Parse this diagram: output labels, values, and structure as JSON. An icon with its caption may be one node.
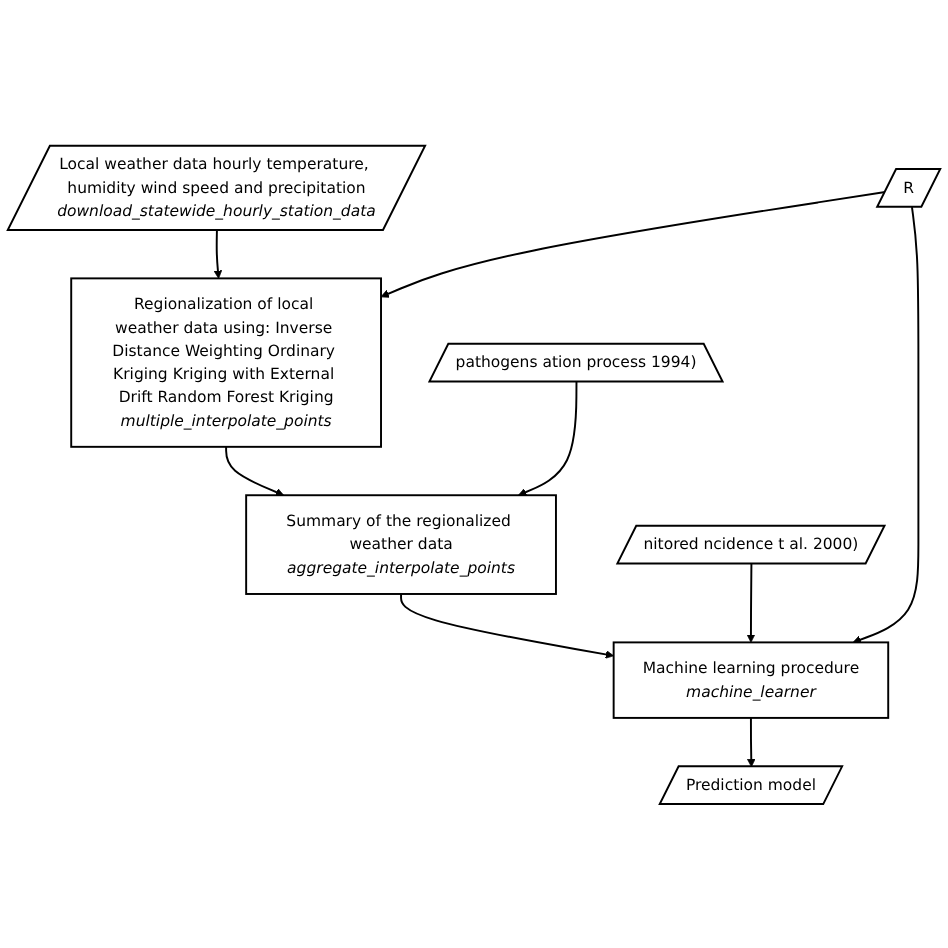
{
  "diagram": {
    "nodes": [
      {
        "text": [
          "Local weather data hourly temperature, humidity wind speed and precipitation",
          "download_statewide_hourly_station_data"
        ]
      },
      {
        "text": [
          "Regionalization of local weather data using: Inverse Distance Weighting Ordinary Kriging Kriging with External Drift Random Forest Kriging",
          "multiple_interpolate_points"
        ]
      },
      {
        "text": [
          "pathogens ation process 1994)"
        ]
      },
      {
        "text": [
          "Summary of the regionalized weather data",
          "aggregate_interpolate_points"
        ]
      },
      {
        "text": [
          "R"
        ]
      },
      {
        "text": [
          "nitored ncidence t al. 2000)"
        ]
      },
      {
        "text": [
          "Machine learning procedure",
          "machine_learner"
        ]
      },
      {
        "text": [
          "Prediction model"
        ]
      }
    ],
    "edges": [
      {
        "from": 0,
        "to": 1,
        "arrow": "to"
      },
      {
        "from": 1,
        "to": 3,
        "arrow": "to"
      },
      {
        "from": 2,
        "to": 3,
        "arrow": "to"
      },
      {
        "from": 4,
        "to": 1,
        "arrow": "to"
      },
      {
        "from": 4,
        "to": 6,
        "arrow": "to"
      },
      {
        "from": 3,
        "to": 6,
        "arrow": "to"
      },
      {
        "from": 5,
        "to": 6,
        "arrow": "to"
      },
      {
        "from": 6,
        "to": 7,
        "arrow": "to"
      }
    ]
  }
}
